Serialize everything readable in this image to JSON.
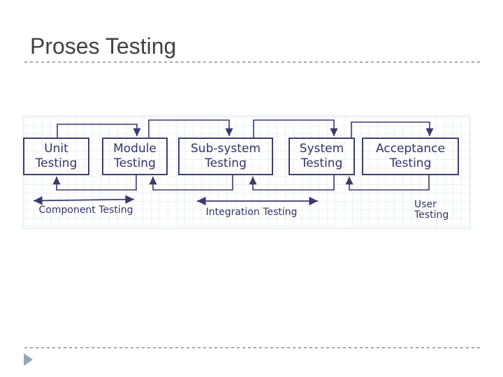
{
  "slide": {
    "title": "Proses Testing"
  },
  "diagram": {
    "boxes": [
      {
        "label": "Unit\nTesting"
      },
      {
        "label": "Module\nTesting"
      },
      {
        "label": "Sub-system\nTesting"
      },
      {
        "label": "System\nTesting"
      },
      {
        "label": "Acceptance\nTesting"
      }
    ],
    "phase_labels": [
      {
        "label": "Component Testing"
      },
      {
        "label": "Integration Testing"
      },
      {
        "label": "User\nTesting"
      }
    ],
    "flow": {
      "forward": [
        [
          "Unit Testing",
          "Module Testing"
        ],
        [
          "Module Testing",
          "Sub-system Testing"
        ],
        [
          "Sub-system Testing",
          "System Testing"
        ],
        [
          "System Testing",
          "Acceptance Testing"
        ]
      ],
      "feedback": [
        [
          "Module Testing",
          "Unit Testing"
        ],
        [
          "Sub-system Testing",
          "Module Testing"
        ],
        [
          "System Testing",
          "Sub-system Testing"
        ],
        [
          "Acceptance Testing",
          "System Testing"
        ]
      ],
      "phase_spans": [
        {
          "label": "Component Testing",
          "covers": [
            "Unit Testing",
            "Module Testing"
          ]
        },
        {
          "label": "Integration Testing",
          "covers": [
            "Sub-system Testing",
            "System Testing"
          ]
        },
        {
          "label": "User Testing",
          "covers": [
            "Acceptance Testing"
          ]
        }
      ]
    }
  },
  "colors": {
    "title_text": "#424242",
    "diagram_navy": "#333366",
    "box_border": "#3e3e70",
    "connector": "#3a3a6c",
    "grid_line": "#dee5ef",
    "divider_gray": "#a9a9a9",
    "footer_triangle": "#8fa6c1"
  }
}
